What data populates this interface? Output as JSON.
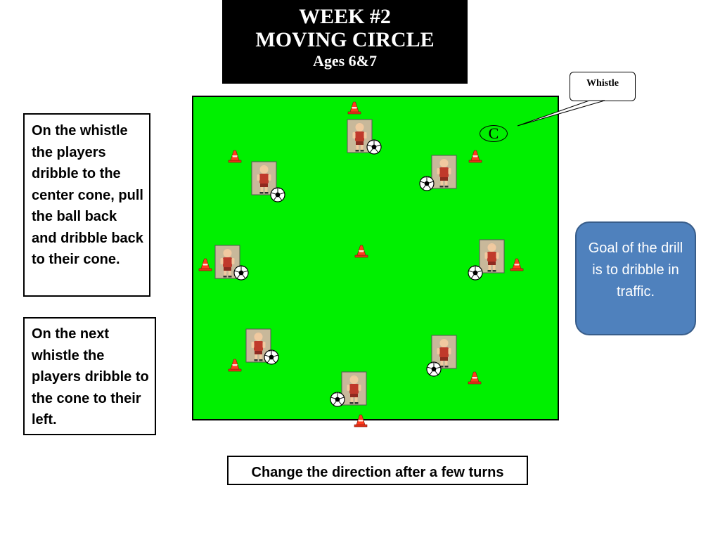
{
  "title": {
    "line1": "WEEK #2",
    "line2": "MOVING CIRCLE",
    "line3": "Ages 6&7"
  },
  "callout": {
    "label": "Whistle"
  },
  "coach": {
    "label": "C"
  },
  "instructions": {
    "first": "On the whistle the players dribble to the center cone, pull the ball back and dribble back to their cone.",
    "second": "On the next whistle the players dribble to the cone to their left."
  },
  "goal": {
    "text": "Goal of the drill is to dribble in traffic."
  },
  "footer": {
    "text": "Change the direction after a few turns"
  },
  "colors": {
    "field": "#00f000",
    "cone": "#ff3b1f",
    "goal_box": "#4f81bd",
    "player_jersey": "#c0392b"
  },
  "icons": [
    "cone-icon",
    "player-icon",
    "soccer-ball-icon"
  ]
}
